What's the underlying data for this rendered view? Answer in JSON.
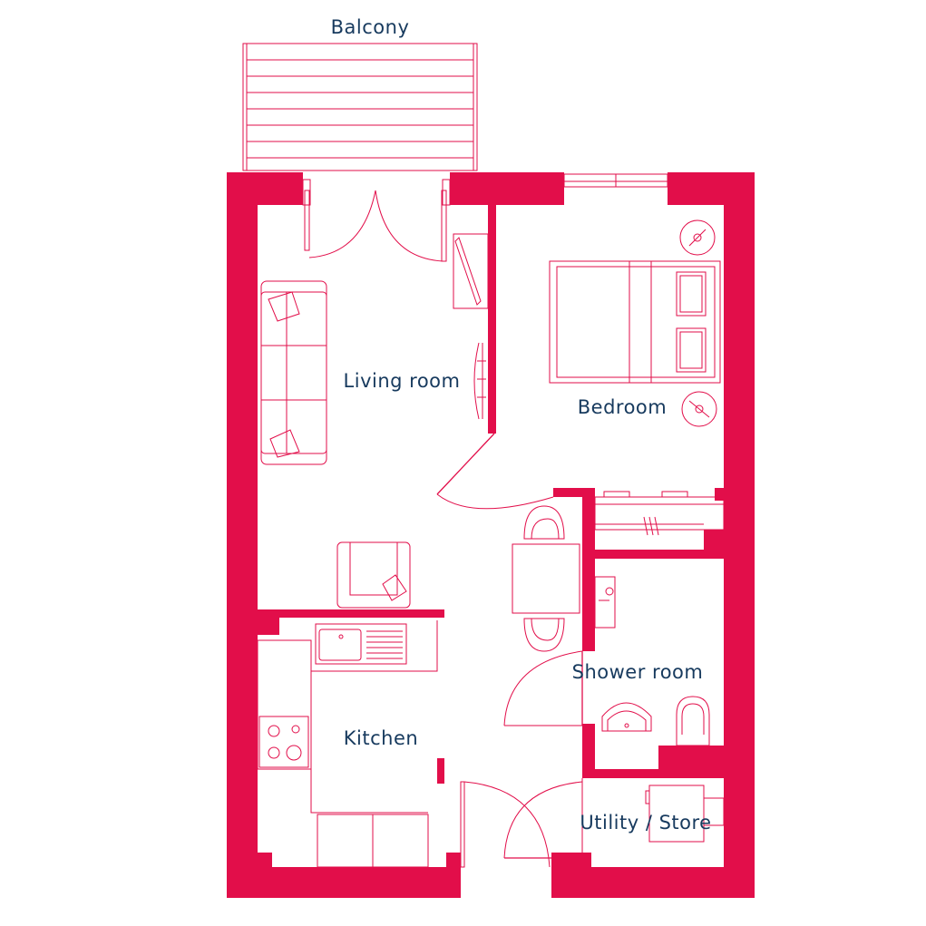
{
  "colors": {
    "wall": "#e20e4a",
    "text": "#173a5e",
    "background": "#ffffff"
  },
  "labels": {
    "balcony": "Balcony",
    "living_room": "Living room",
    "bedroom": "Bedroom",
    "shower_room": "Shower room",
    "kitchen": "Kitchen",
    "utility_store": "Utility / Store"
  },
  "icons": [
    "sofa-icon",
    "armchair-icon",
    "dining-table-icon",
    "double-bed-icon",
    "bedside-lamp-icon",
    "hob-icon",
    "sink-icon",
    "toilet-icon",
    "washbasin-icon",
    "tv-unit-icon",
    "radiator-icon",
    "wardrobe-icon"
  ]
}
